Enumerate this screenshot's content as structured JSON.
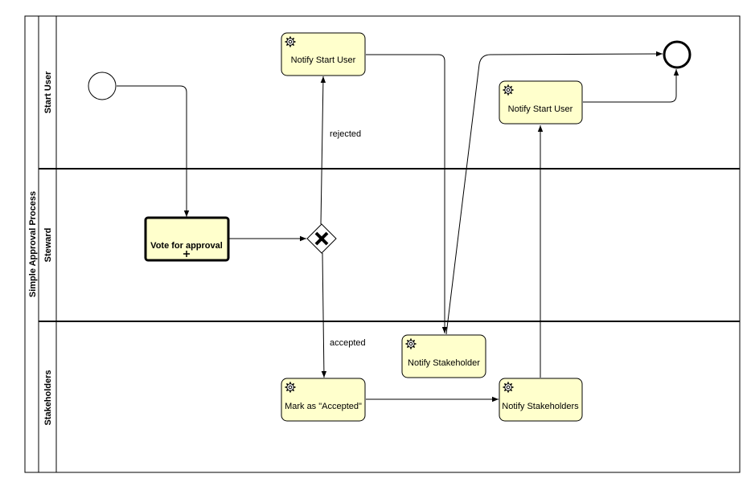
{
  "pool": {
    "name": "Simple Approval Process"
  },
  "lanes": {
    "start_user": "Start User",
    "steward": "Steward",
    "stakeholders": "Stakeholders"
  },
  "tasks": {
    "notify_start_user_rejected": "Notify Start User",
    "notify_start_user_final": "Notify Start User",
    "vote_for_approval": "Vote for approval",
    "notify_stakeholder": "Notify Stakeholder",
    "mark_as_accepted": "Mark as \"Accepted\"",
    "notify_stakeholders": "Notify Stakeholders"
  },
  "flows": {
    "rejected": "rejected",
    "accepted": "accepted"
  },
  "icons": {
    "service_task": "gear-icon",
    "gateway": "exclusive-gateway-x-icon",
    "subprocess": "plus-icon"
  }
}
